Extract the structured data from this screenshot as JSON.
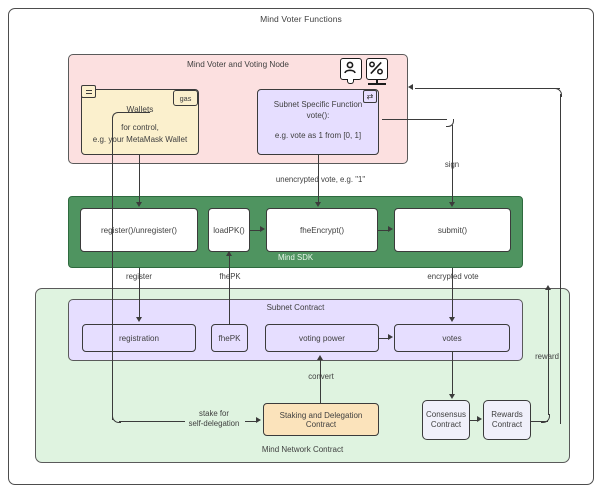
{
  "diagram": {
    "outer_title": "Mind Voter Functions",
    "voter_node": {
      "title": "Mind Voter and Voting Node",
      "icons": [
        {
          "name": "person-speech-icon",
          "glyph": "person"
        },
        {
          "name": "percent-monitor-icon",
          "glyph": "%"
        }
      ],
      "wallets": {
        "note_icon": "note-icon",
        "gas_tag": "gas",
        "label": "Wallets",
        "sub_line1": "for control,",
        "sub_line2": "e.g. your MetaMask Wallet"
      },
      "subnet_function": {
        "badge_icon": "swap-icon",
        "badge_glyph": "⇄",
        "title_line1": "Subnet Specific Function",
        "title_line2": "vote():",
        "sub": "e.g. vote as 1 from [0, 1]"
      }
    },
    "sdk": {
      "title": "Mind SDK",
      "boxes": [
        {
          "label": "register()/unregister()"
        },
        {
          "label": "loadPK()"
        },
        {
          "label": "fheEncrypt()"
        },
        {
          "label": "submit()"
        }
      ]
    },
    "network": {
      "title": "Mind Network Contract",
      "subnet_contract": {
        "title": "Subnet Contract",
        "boxes": [
          {
            "label": "registration"
          },
          {
            "label": "fhePK"
          },
          {
            "label": "voting power"
          },
          {
            "label": "votes"
          }
        ]
      },
      "staking": {
        "label": "Staking and Delegation Contract"
      },
      "consensus": {
        "line1": "Consensus",
        "line2": "Contract"
      },
      "rewards": {
        "line1": "Rewards",
        "line2": "Contract"
      }
    },
    "edges": {
      "unencrypted_vote": "unencrypted vote, e.g. \"1\"",
      "sign": "sign",
      "register": "register",
      "fhepk": "fhePK",
      "encrypted_vote": "encrypted vote",
      "convert": "convert",
      "stake_line1": "stake for",
      "stake_line2": "self-delegation",
      "reward": "reward"
    },
    "colors": {
      "pink": "#fce0e0",
      "green": "#4f9460",
      "light_green": "#dff3e0",
      "purple": "#e6deff",
      "yellow": "#fbf0cd",
      "orange": "#fbe3bb",
      "stroke": "#3b3b3b"
    }
  }
}
